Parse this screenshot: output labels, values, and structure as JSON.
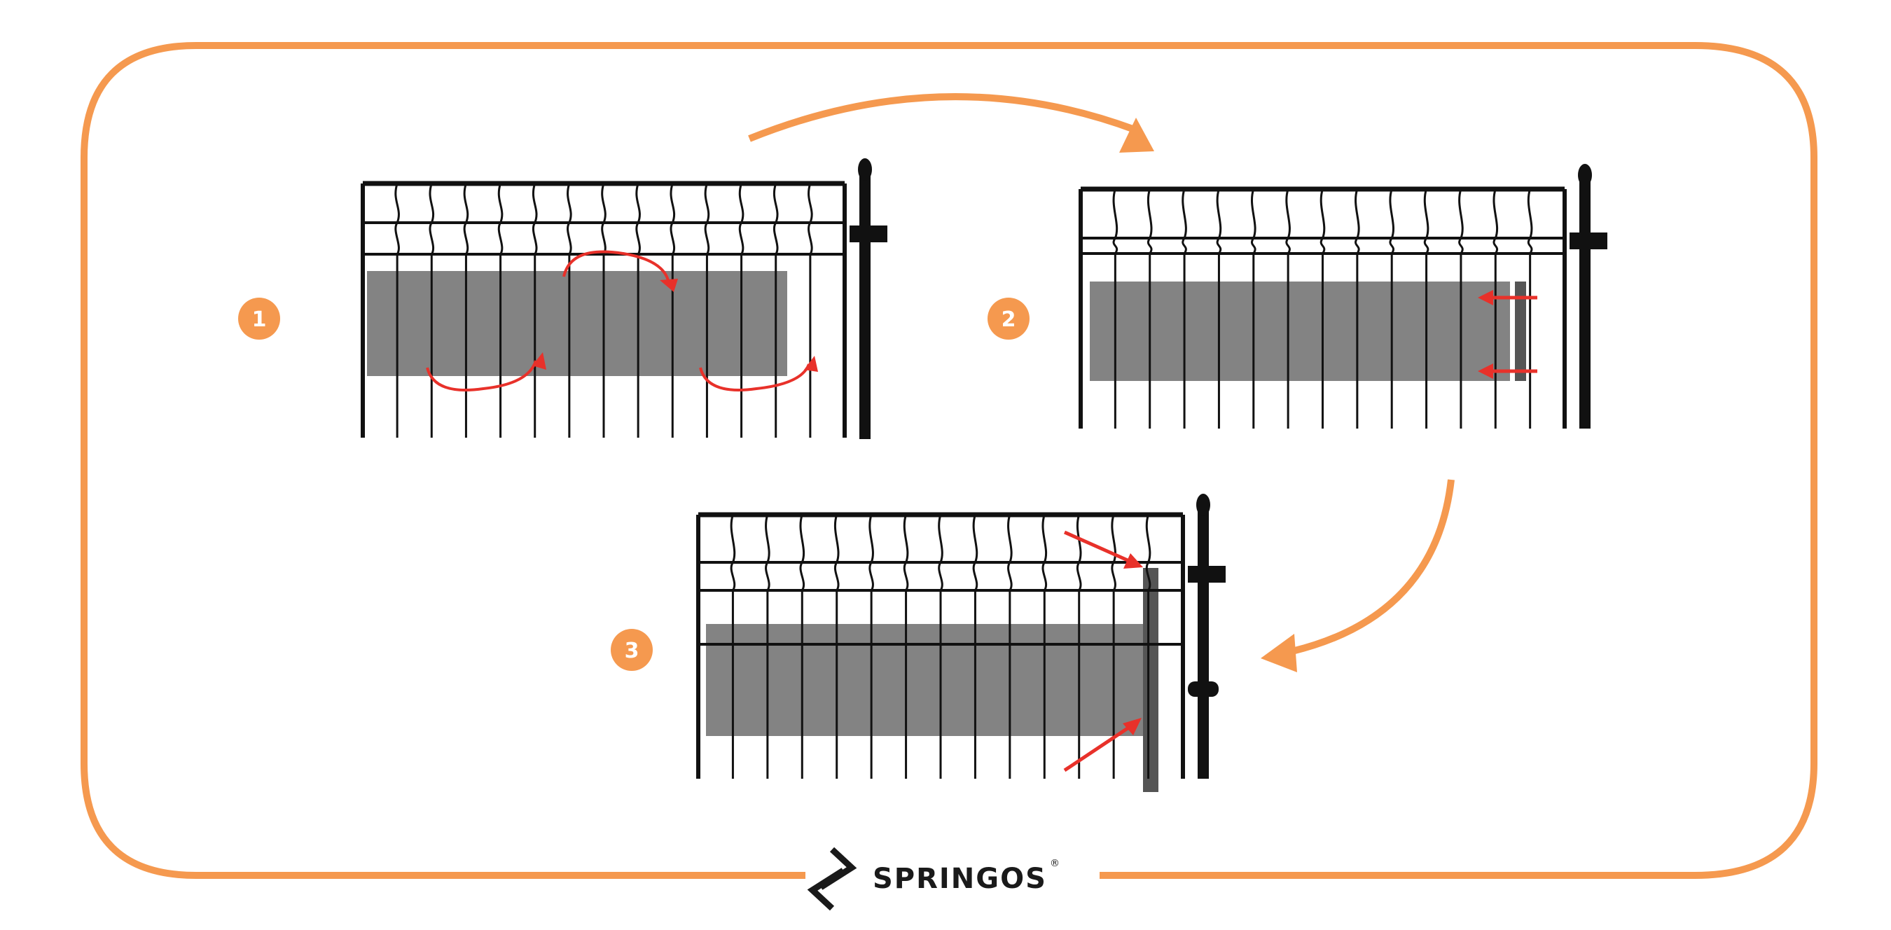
{
  "diagram": {
    "steps": [
      {
        "number": "1",
        "label": "1"
      },
      {
        "number": "2",
        "label": "2"
      },
      {
        "number": "3",
        "label": "3"
      }
    ]
  },
  "brand": {
    "name": "SPRINGOS",
    "trademark": "®"
  },
  "colors": {
    "accent": "#F5994F",
    "arrow_red": "#E8312A",
    "panel_gray": "#838383",
    "panel_dark": "#555555",
    "fence_black": "#111111",
    "background": "#FFFFFF"
  }
}
